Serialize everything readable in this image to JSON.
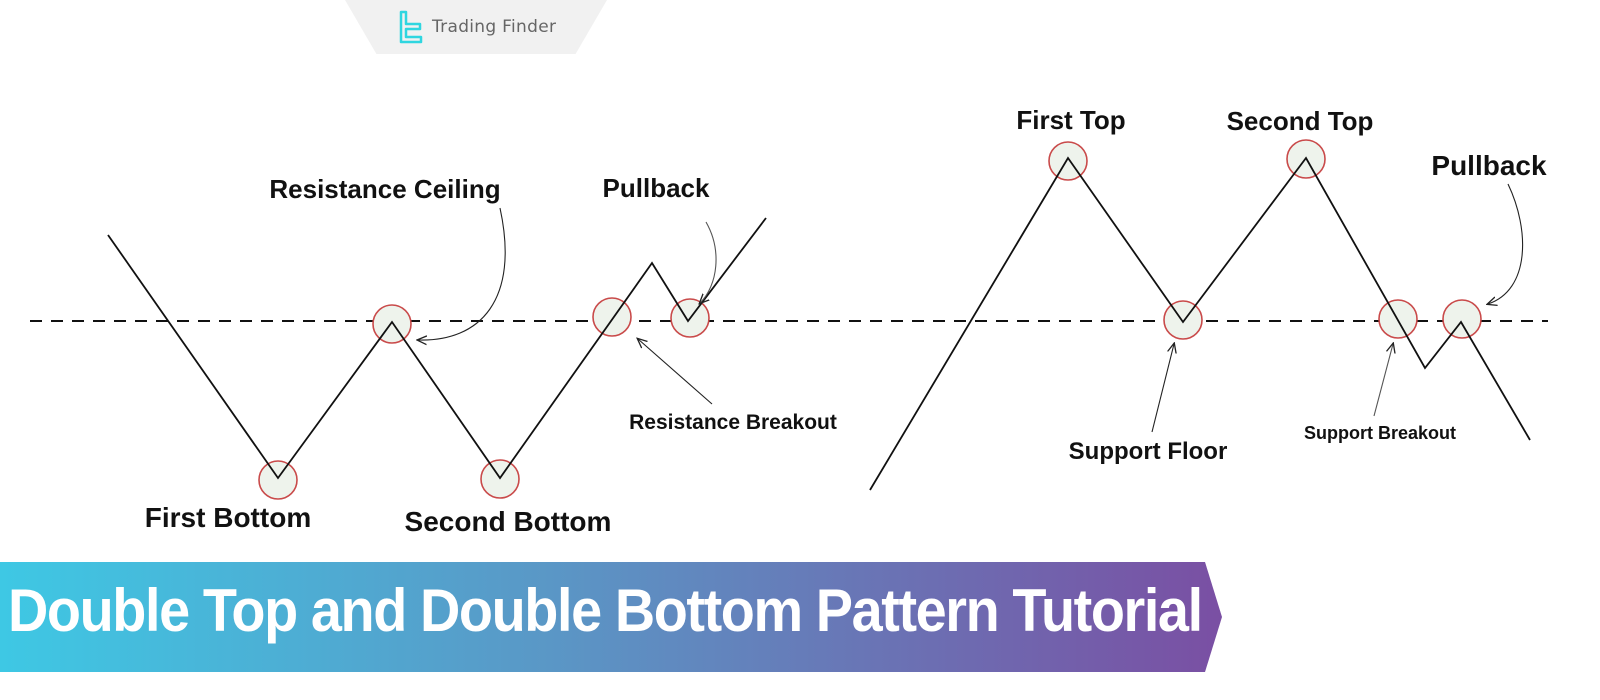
{
  "brand": {
    "name": "Trading Finder",
    "accent": "#2fd6e0"
  },
  "double_bottom": {
    "labels": {
      "resistance_ceiling": "Resistance Ceiling",
      "pullback": "Pullback",
      "first_bottom": "First Bottom",
      "second_bottom": "Second Bottom",
      "resistance_breakout": "Resistance Breakout"
    }
  },
  "double_top": {
    "labels": {
      "first_top": "First Top",
      "second_top": "Second Top",
      "pullback": "Pullback",
      "support_floor": "Support Floor",
      "support_breakout": "Support Breakout"
    }
  },
  "banner": {
    "title": "Double Top and Double Bottom Pattern Tutorial",
    "gradient_start": "#3ec8e4",
    "gradient_end": "#7a4fa3"
  },
  "colors": {
    "marker_stroke": "#c94a4a",
    "marker_fill": "#eef3ec",
    "line": "#111111"
  }
}
